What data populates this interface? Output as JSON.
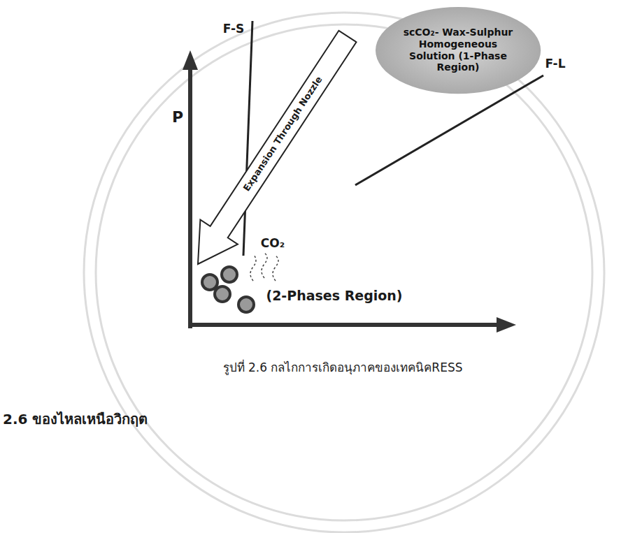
{
  "diagram": {
    "caption": "รูปที่ 2.6 กลไกการเกิดอนุภาคของเทคนิคRESS",
    "nodes": [
      {
        "text": [
          "scCO₂- Wax-Sulphur Homogeneous Solution (1-Phase Region)"
        ]
      }
    ],
    "labels": [
      "F-S",
      "P",
      "Expansion Through Nozzle",
      "F-L",
      "CO₂",
      "(2-Phases Region)",
      "2.6 ของไหลเหนือวิกฤต"
    ]
  }
}
